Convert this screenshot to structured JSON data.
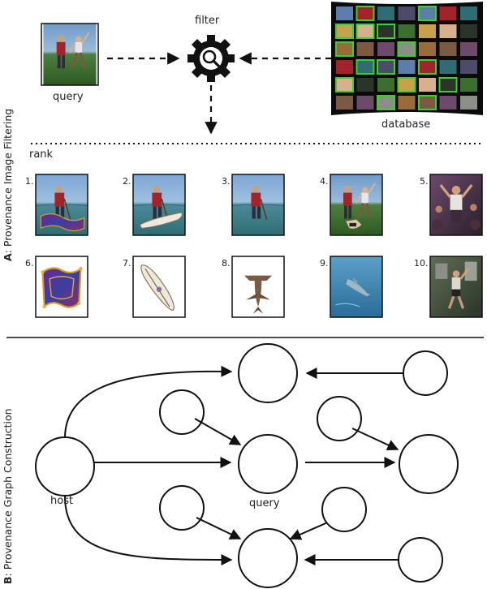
{
  "section_a": {
    "letter": "A",
    "title": ": Provenance Image Filtering",
    "query_label": "query",
    "filter_label": "filter",
    "database_label": "database",
    "rank_label": "rank",
    "rank_numbers": [
      "1.",
      "2.",
      "3.",
      "4.",
      "5.",
      "6.",
      "7.",
      "8.",
      "9.",
      "10."
    ]
  },
  "section_b": {
    "letter": "B",
    "title": ": Provenance Graph Construction",
    "host_label": "host",
    "query_label": "query"
  },
  "colors": {
    "sky": "#6f9bc9",
    "water": "#3f7f82",
    "grass": "#3b6e2f",
    "highlight": "#39d12b",
    "arrow": "#111111"
  },
  "icons": [
    "gear-icon",
    "magnifier-icon"
  ]
}
